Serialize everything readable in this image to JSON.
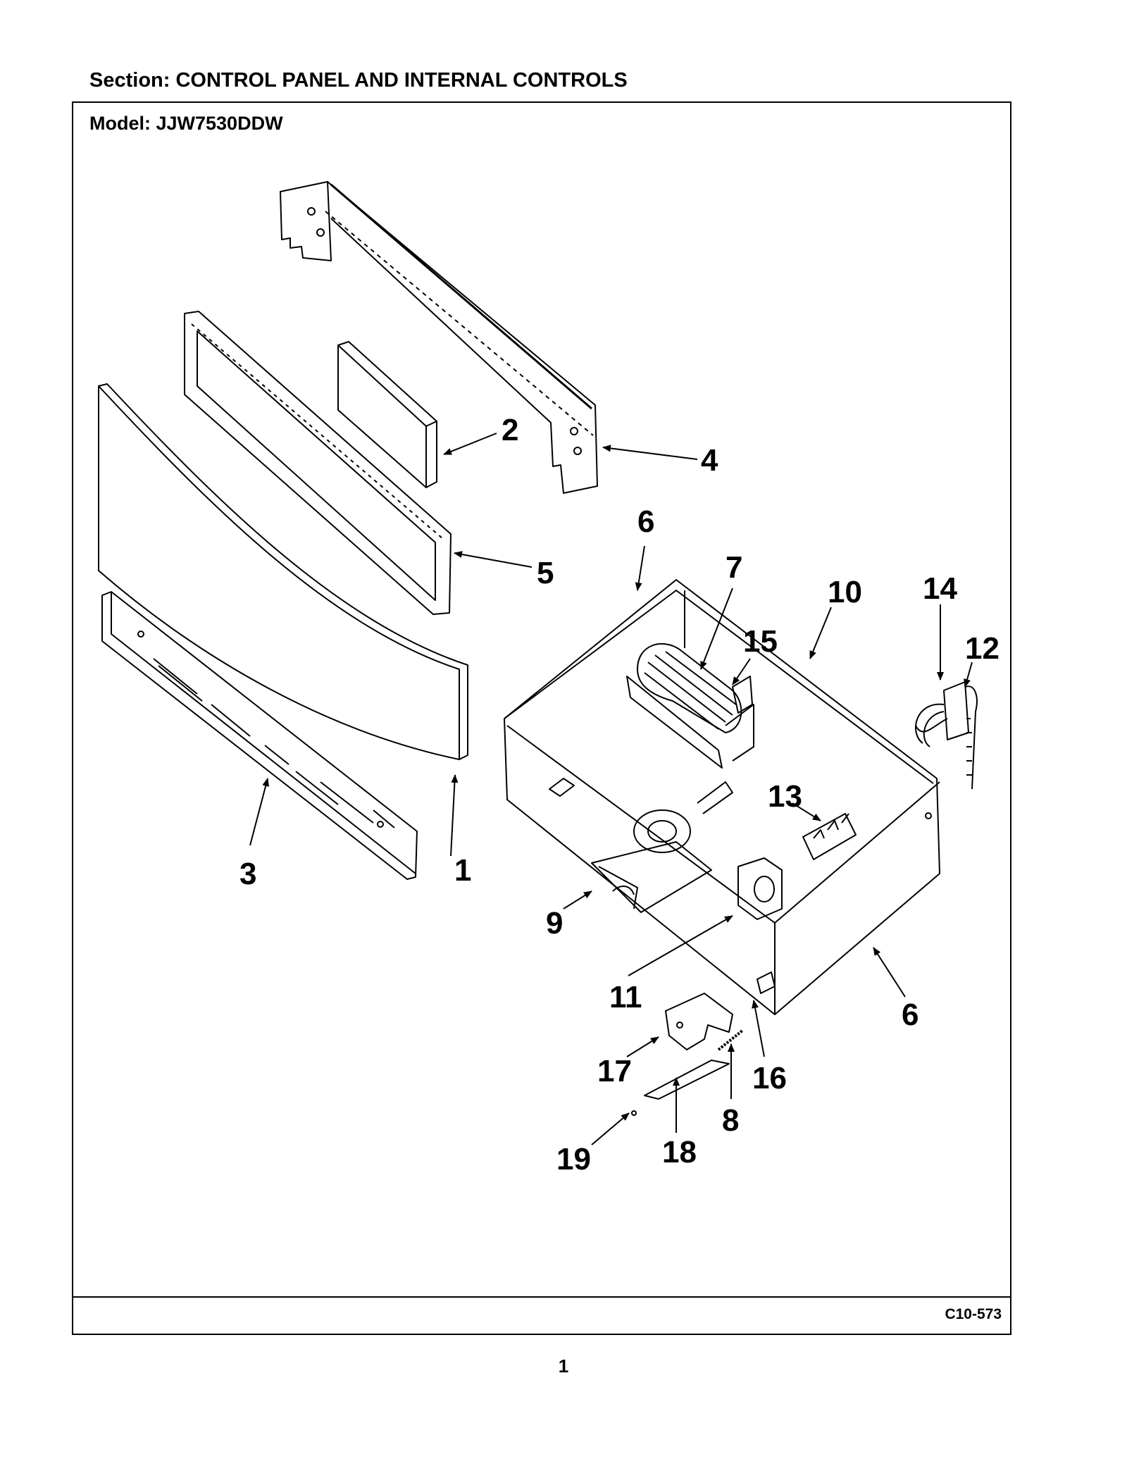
{
  "header": {
    "section_label": "Section:  CONTROL PANEL AND INTERNAL CONTROLS",
    "model_label": "Model:  JJW7530DDW"
  },
  "footer": {
    "diagram_code": "C10-573",
    "page_number": "1"
  },
  "callouts": [
    "1",
    "2",
    "3",
    "4",
    "5",
    "6",
    "7",
    "8",
    "9",
    "10",
    "11",
    "12",
    "13",
    "14",
    "15",
    "16",
    "17",
    "18",
    "19"
  ]
}
